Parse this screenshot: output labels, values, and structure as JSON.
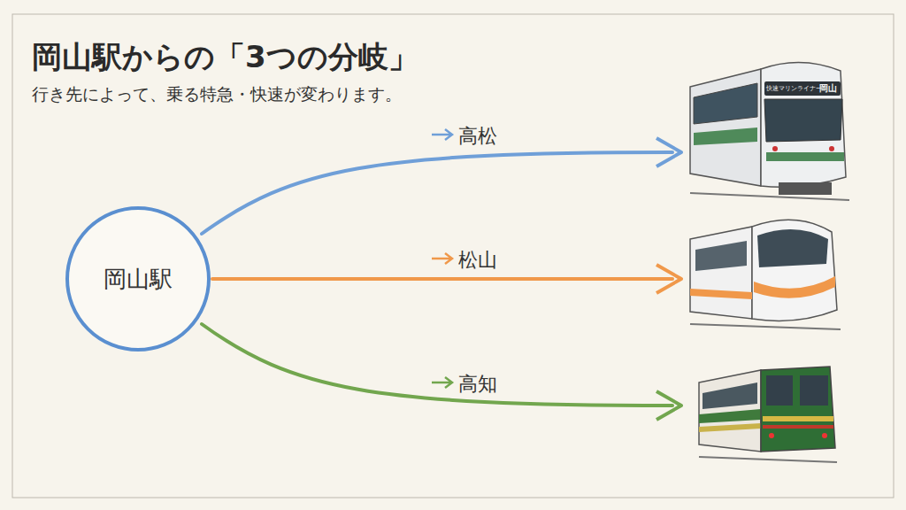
{
  "diagram": {
    "title": "岡山駅からの「3つの分岐」",
    "nodes": [
      {
        "text": [
          "岡山駅"
        ]
      }
    ],
    "labels": [
      "行き先によって、乗る特急・快速が変わります。",
      "高松",
      "松山",
      "高知",
      "快速マリンライナー",
      "岡山"
    ]
  }
}
